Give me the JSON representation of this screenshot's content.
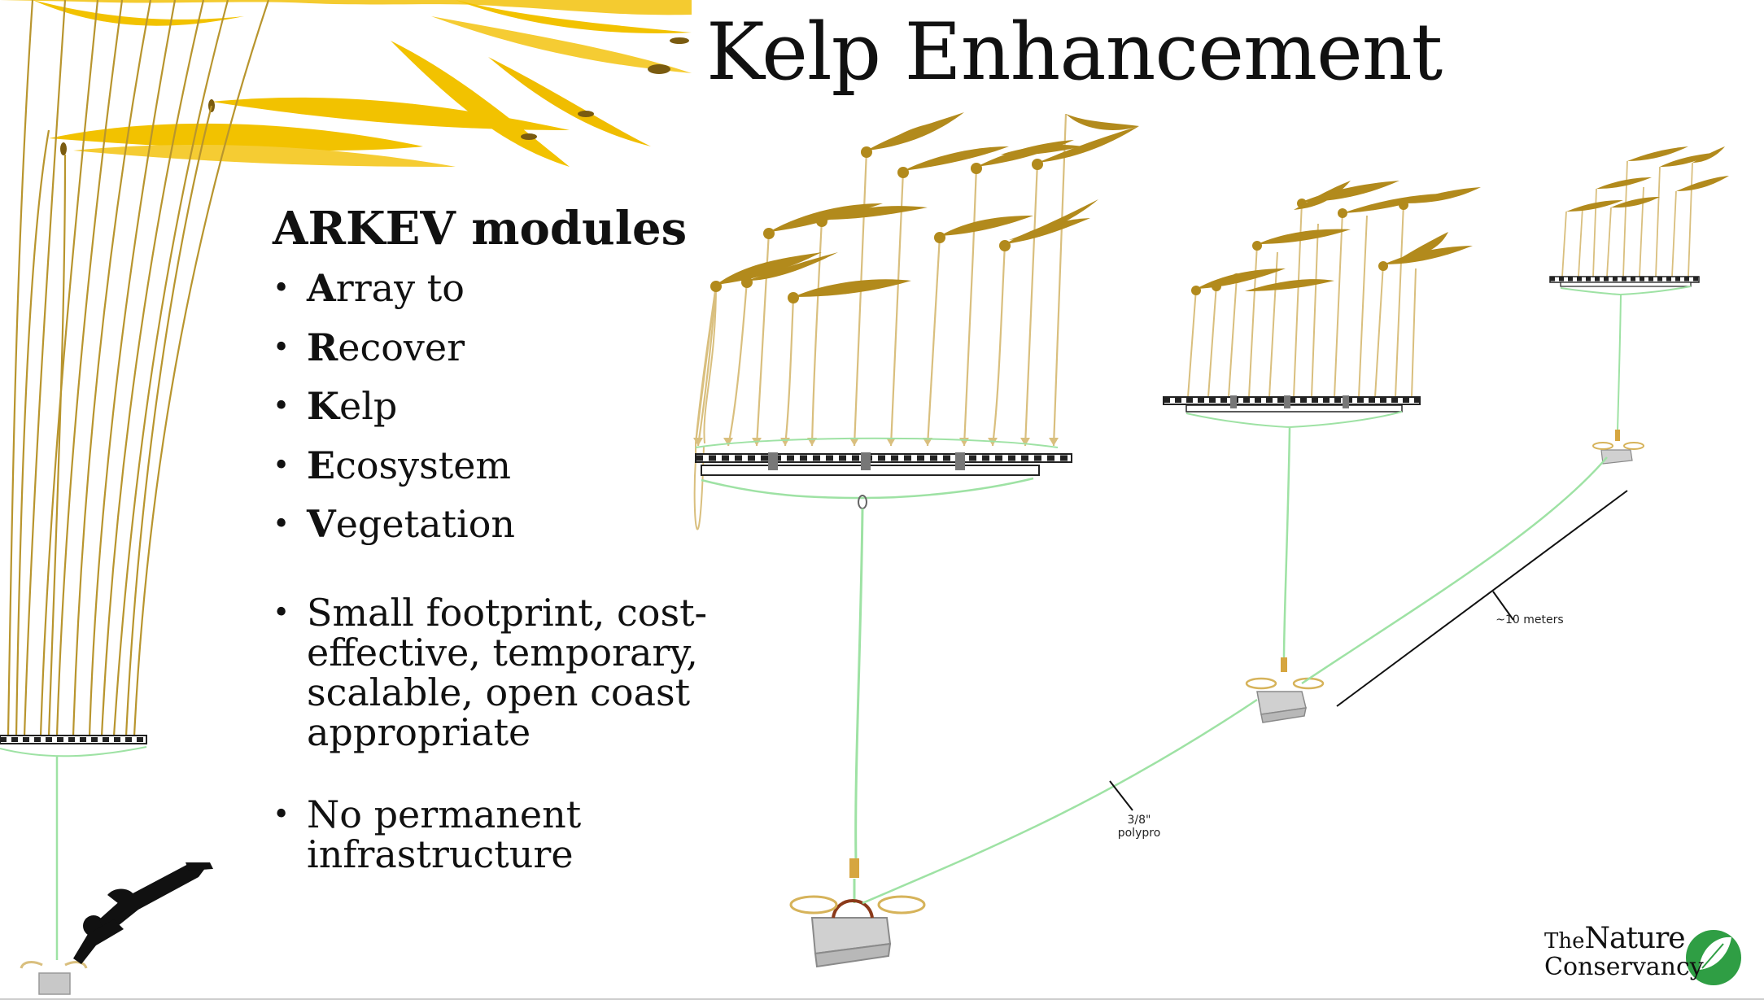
{
  "slide": {
    "title": "Kelp Enhancement",
    "heading": "ARKEV modules",
    "acronym": [
      {
        "cap": "A",
        "rest": "rray to"
      },
      {
        "cap": "R",
        "rest": "ecover"
      },
      {
        "cap": "K",
        "rest": "elp"
      },
      {
        "cap": "E",
        "rest": "cosystem"
      },
      {
        "cap": "V",
        "rest": "egetation"
      }
    ],
    "points": [
      "Small footprint, cost-effective, temporary, scalable, open coast appropriate",
      "No permanent infrastructure"
    ]
  },
  "diagram": {
    "labels": {
      "distance": "~10 meters",
      "line_size": "3/8\"",
      "line_material": "polypro"
    }
  },
  "logo": {
    "line1_small": "The",
    "line1_big": "Nature",
    "line2": "Conservancy"
  },
  "colors": {
    "kelp_surface": "#f2c200",
    "kelp_brown": "#b28a1c",
    "stipe": "#d9bf7e",
    "line_green": "#9ee2a4",
    "anchor_gray": "#c8c8c8",
    "logo_green": "#2f9e44"
  },
  "icons": [
    "diver-icon",
    "kelp-icon",
    "anchor-block-icon",
    "leaf-icon"
  ]
}
